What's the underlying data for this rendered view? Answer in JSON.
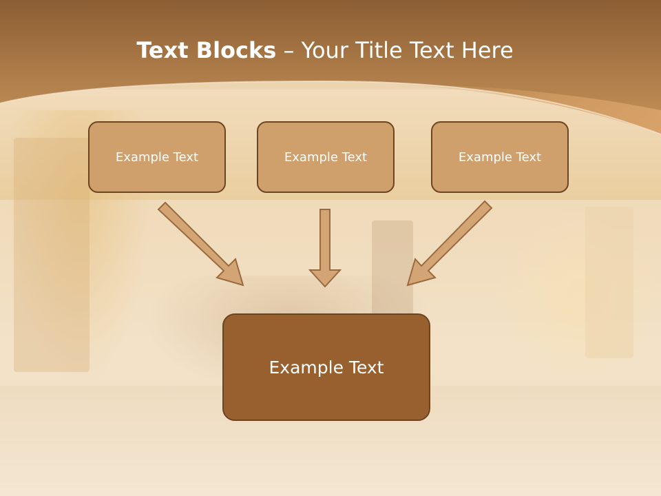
{
  "slide": {
    "title_bold": "Text Blocks",
    "title_rest": " – Your Title Text Here",
    "blocks": [
      {
        "label": "Example Text"
      },
      {
        "label": "Example Text"
      },
      {
        "label": "Example Text"
      }
    ],
    "main_block": {
      "label": "Example Text"
    }
  },
  "colors": {
    "header_top": "#8c5e33",
    "header_bottom": "#c8945a",
    "block_fill": "#cf9f6c",
    "main_block_fill": "#98602f",
    "border": "#6b4422",
    "arrow_fill": "#d4a574"
  }
}
